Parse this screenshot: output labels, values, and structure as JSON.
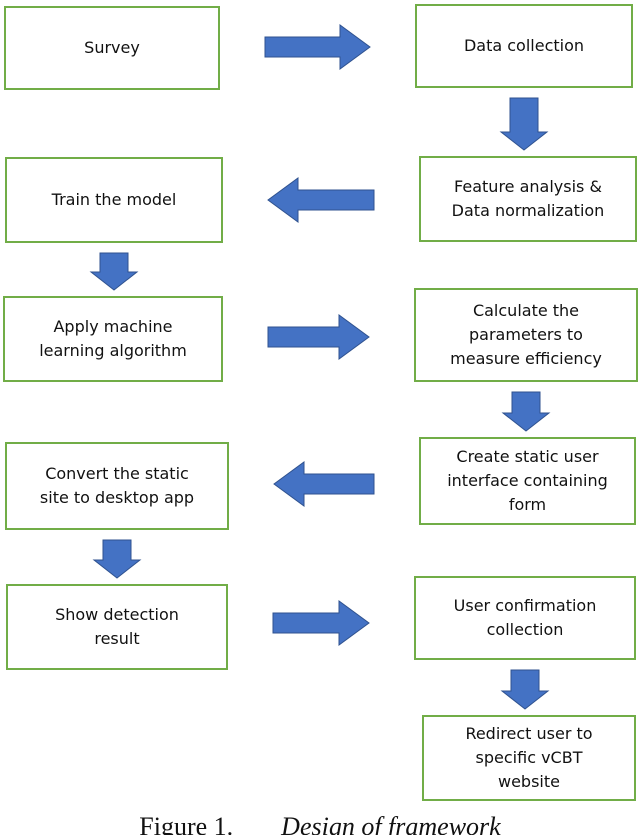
{
  "diagram": {
    "nodes": [
      {
        "id": "survey",
        "label": "Survey"
      },
      {
        "id": "data-collection",
        "label": "Data collection"
      },
      {
        "id": "feature-analysis",
        "label": "Feature analysis &\nData normalization"
      },
      {
        "id": "train-model",
        "label": "Train the model"
      },
      {
        "id": "apply-ml",
        "label": "Apply machine\nlearning algorithm"
      },
      {
        "id": "calculate-parameters",
        "label": "Calculate the\nparameters to\nmeasure efficiency"
      },
      {
        "id": "create-static-ui",
        "label": "Create static user\ninterface containing\nform"
      },
      {
        "id": "convert-static-site",
        "label": "Convert the static\nsite to desktop app"
      },
      {
        "id": "show-detection",
        "label": "Show detection\nresult"
      },
      {
        "id": "user-confirmation",
        "label": "User confirmation\ncollection"
      },
      {
        "id": "redirect-user",
        "label": "Redirect user to\nspecific vCBT\nwebsite"
      }
    ],
    "edges": [
      {
        "from": "survey",
        "to": "data-collection",
        "direction": "right"
      },
      {
        "from": "data-collection",
        "to": "feature-analysis",
        "direction": "down"
      },
      {
        "from": "feature-analysis",
        "to": "train-model",
        "direction": "left"
      },
      {
        "from": "train-model",
        "to": "apply-ml",
        "direction": "down"
      },
      {
        "from": "apply-ml",
        "to": "calculate-parameters",
        "direction": "right"
      },
      {
        "from": "calculate-parameters",
        "to": "create-static-ui",
        "direction": "down"
      },
      {
        "from": "create-static-ui",
        "to": "convert-static-site",
        "direction": "left"
      },
      {
        "from": "convert-static-site",
        "to": "show-detection",
        "direction": "down"
      },
      {
        "from": "show-detection",
        "to": "user-confirmation",
        "direction": "right"
      },
      {
        "from": "user-confirmation",
        "to": "redirect-user",
        "direction": "down"
      }
    ]
  },
  "colors": {
    "box_border": "#71AD47",
    "arrow_fill": "#4472C4",
    "arrow_stroke": "#2F528F"
  },
  "caption": {
    "label": "Figure 1.",
    "title": "Design of framework"
  }
}
